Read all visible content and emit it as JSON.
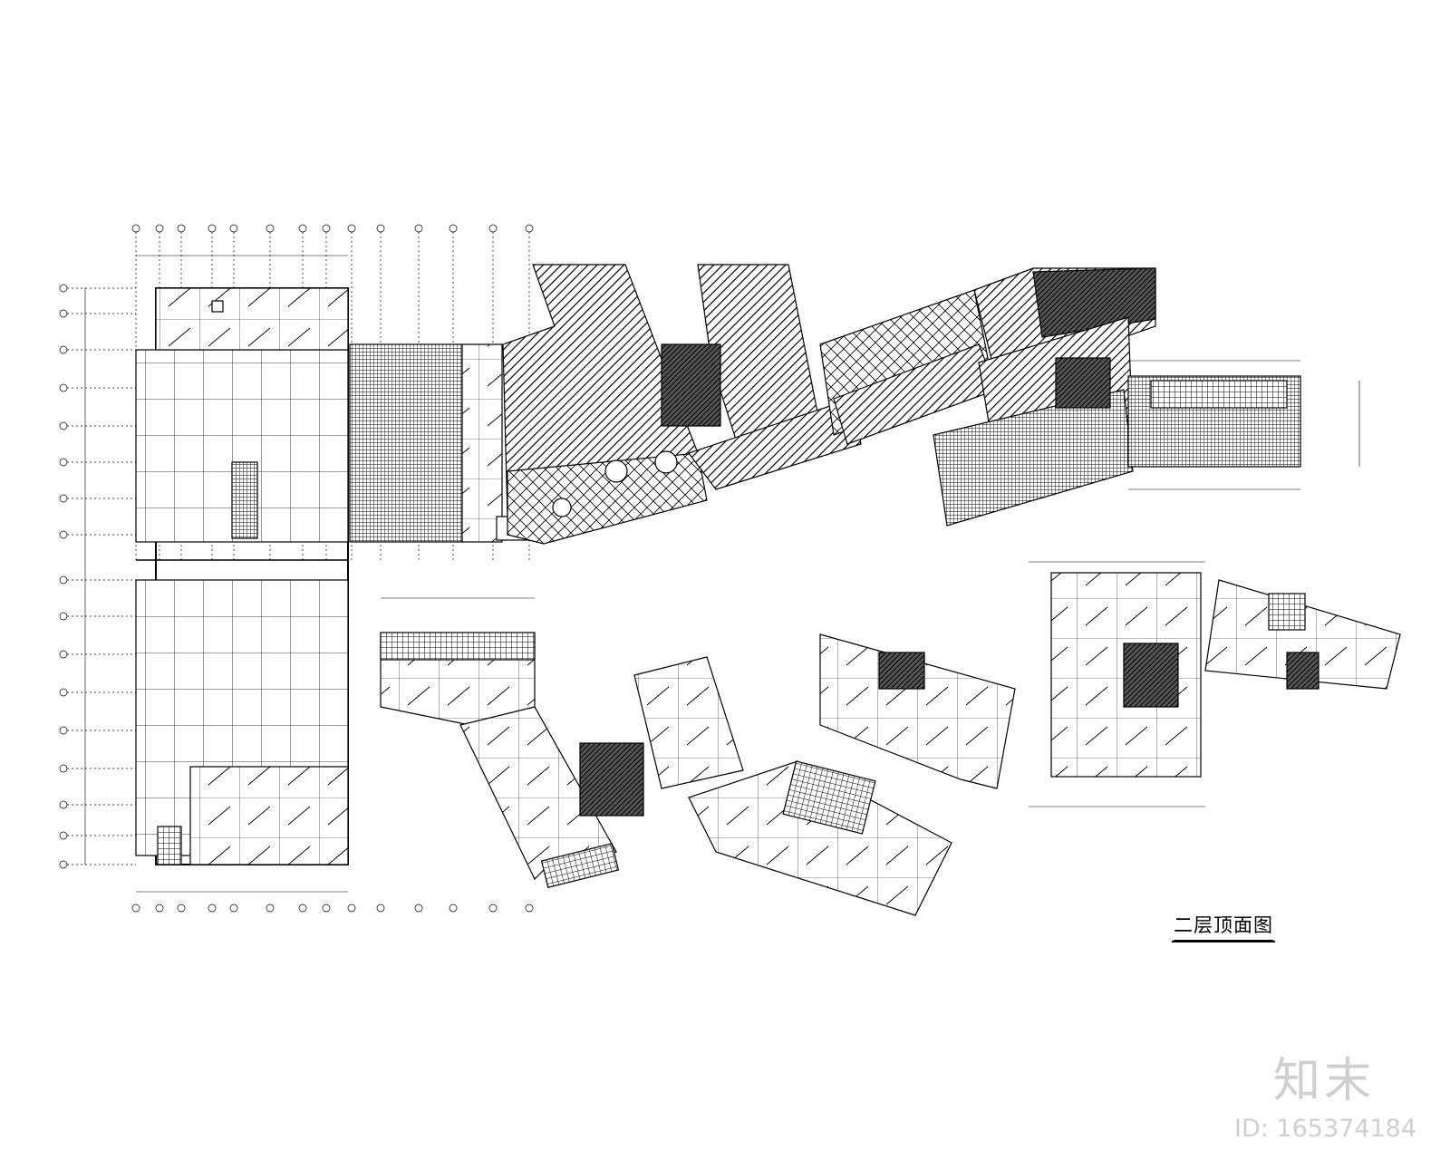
{
  "drawing": {
    "title": "二层顶面图",
    "type": "architectural reflected ceiling plan",
    "line_color": "#000000",
    "background": "#ffffff"
  },
  "watermark": {
    "logo": "知末",
    "id_text": "ID: 165374184",
    "color": "#cfcfcf"
  }
}
